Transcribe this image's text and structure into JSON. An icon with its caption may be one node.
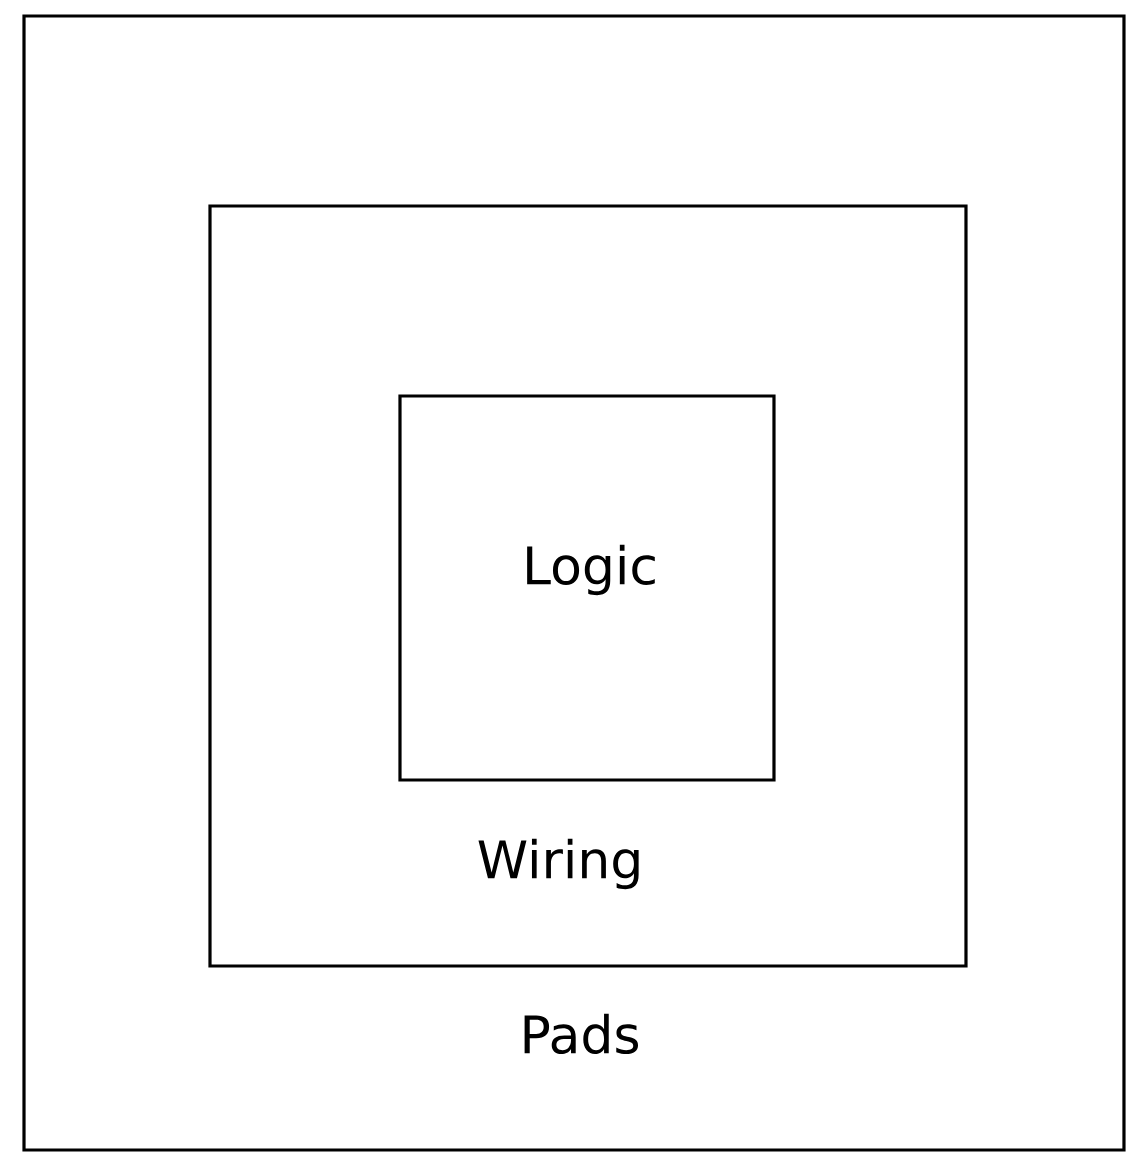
{
  "diagram": {
    "nodes": [
      {
        "text": [
          "Pads"
        ]
      },
      {
        "text": [
          "Wiring"
        ],
        "in": 0
      },
      {
        "text": [
          "Logic"
        ],
        "in": 1
      }
    ]
  }
}
